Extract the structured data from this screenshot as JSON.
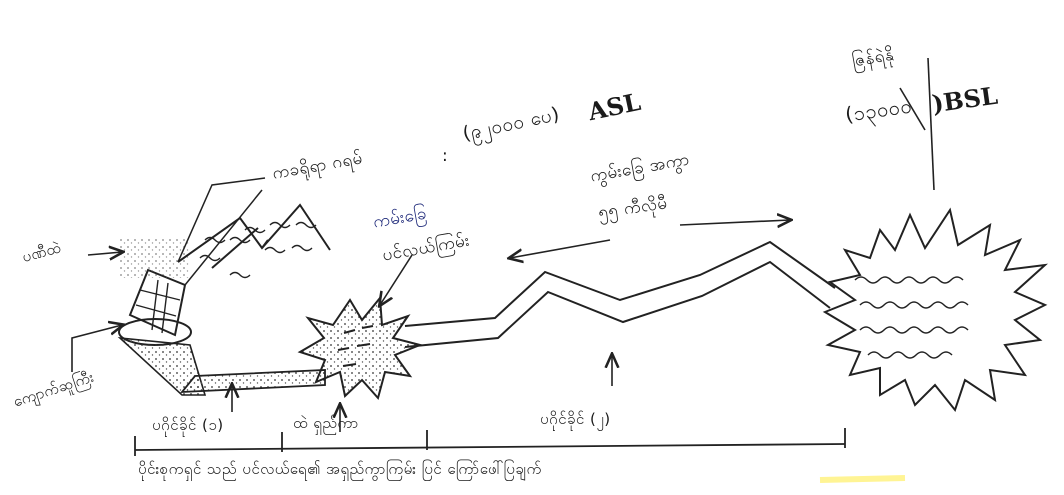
{
  "diagram": {
    "labels": {
      "top_right_note": "ဇြန်ရဲနို",
      "bsl_value": "(၁၃၀၀၀",
      "bsl_unit": ")BSL",
      "asl_value": "(၉၂၀၀၀ ပေ)",
      "asl_unit": "ASL",
      "highland_name": "ကခရိုရာ ဂရမ်",
      "colon": ":",
      "center_label_line1": "ကမ်းခြေ",
      "center_label_line2": "ပင်လယ်ကြမ်း",
      "distance_line1": "ကွမ်းခြေ အကွာ",
      "distance_line2": "၅၅ ကီလိုမီ",
      "left_label_1": "ပဏီထဲ",
      "left_label_2": "ကျောက်ဆူကြီး",
      "section_1": "ပဂိုင်ခိုင် (၁)",
      "section_2": "ထဲ ရှည်ကာ",
      "section_3": "ပဂိုင်ခိုင် (၂)",
      "caption": "ပိုင်းစုကရှင် သည် ပင်လယ်ရေ၏ အရှည်ကွာကြမ်း ပြင် ကြော်ဖေါ်ပြချက်"
    }
  }
}
